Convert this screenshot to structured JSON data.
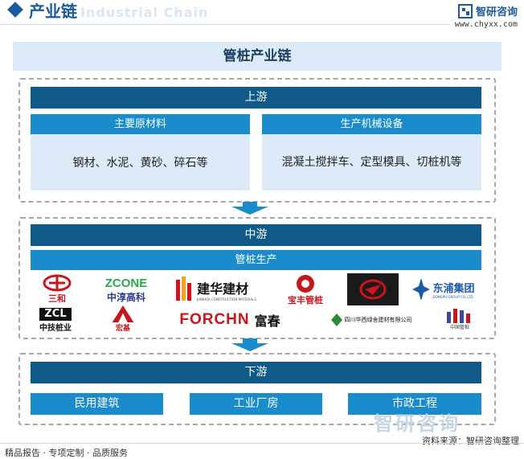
{
  "header": {
    "title": "产业链",
    "watermark": "Industrial Chain",
    "brand_name": "智研咨询",
    "brand_url": "www.chyxx.com"
  },
  "main_title": "管桩产业链",
  "upstream": {
    "label": "上游",
    "left": {
      "label": "主要原材料",
      "content": "钢材、水泥、黄砂、碎石等"
    },
    "right": {
      "label": "生产机械设备",
      "content": "混凝土搅拌车、定型模具、切桩机等"
    }
  },
  "midstream": {
    "label": "中游",
    "sub_label": "管桩生产",
    "logos": {
      "sanhe": "三和",
      "zcone_top": "ZCONE",
      "zcone_bottom": "中淳高科",
      "jianhua": "建华建材",
      "jianhua_en": "JIANHUA CONSTRUCTION MATERIALS",
      "baofeng": "宝丰管桩",
      "dongpu": "东浦集团",
      "dongpu_en": "DONGPU GROUP CO.,LTD",
      "zhongji": "中技桩业",
      "zhongji_mark": "ZCL",
      "hongji": "宏基",
      "forchn": "FORCHN",
      "fuchun": "富春",
      "huaxi": "四川华西绿舍建材有限公司",
      "zhongguan": "中国管桩"
    }
  },
  "downstream": {
    "label": "下游",
    "items": [
      "民用建筑",
      "工业厂房",
      "市政工程"
    ]
  },
  "footer": {
    "left": "精品报告 · 专项定制 · 品质服务",
    "source": "资料来源：智研咨询整理",
    "watermark": "智研咨询"
  },
  "colors": {
    "dark_bar": "#0f5a88",
    "sub_bar": "#1a8ccc",
    "light_box": "#dcebf7",
    "title_blue": "#1d5a9b"
  }
}
